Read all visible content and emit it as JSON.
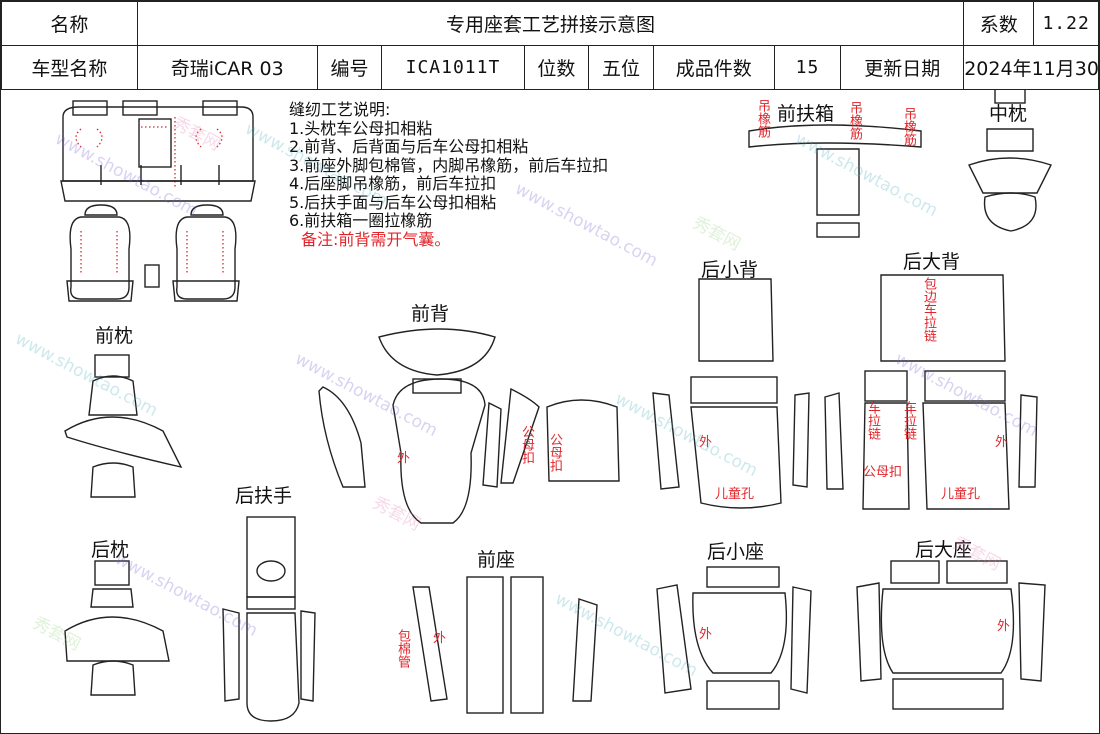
{
  "header": {
    "name_label": "名称",
    "title": "专用座套工艺拼接示意图",
    "coef_label": "系数",
    "coef_value": "1.22",
    "model_label": "车型名称",
    "model_value": "奇瑞iCAR 03",
    "code_label": "编号",
    "code_value": "ICA1011T",
    "seat_label": "位数",
    "seat_value": "五位",
    "pieces_label": "成品件数",
    "pieces_value": "15",
    "date_label": "更新日期",
    "date_value": "2024年11月30日"
  },
  "notes": {
    "heading": "缝纫工艺说明:",
    "lines": [
      "1.头枕车公母扣相粘",
      "2.前背、后背面与后车公母扣相粘",
      "3.前座外脚包棉管，内脚吊橡筋，前后车拉扣",
      "4.后座脚吊橡筋，前后车拉扣",
      "5.后扶手面与后车公母扣相粘",
      "6.前扶箱一圈拉橡筋"
    ],
    "remark": "备注:前背需开气囊。"
  },
  "sections": {
    "front_armrest_box": "前扶箱",
    "middle_pillow": "中枕",
    "rear_small_back": "后小背",
    "rear_big_back": "后大背",
    "front_pillow": "前枕",
    "front_back": "前背",
    "rear_armrest": "后扶手",
    "rear_pillow": "后枕",
    "front_seat": "前座",
    "rear_small_seat": "后小座",
    "rear_big_seat": "后大座"
  },
  "annotations": {
    "hang_elastic": "吊橡筋",
    "outer": "外",
    "male_female_buckle": "公母扣",
    "child_hole": "儿童孔",
    "edge_zipper": "包边车拉链",
    "zipper": "车拉链",
    "cotton_tube": "包棉管"
  },
  "watermark": {
    "site": "www.showtao.com",
    "brand": "秀套网"
  },
  "colors": {
    "annotation": "#e0262b",
    "line": "#222222"
  }
}
